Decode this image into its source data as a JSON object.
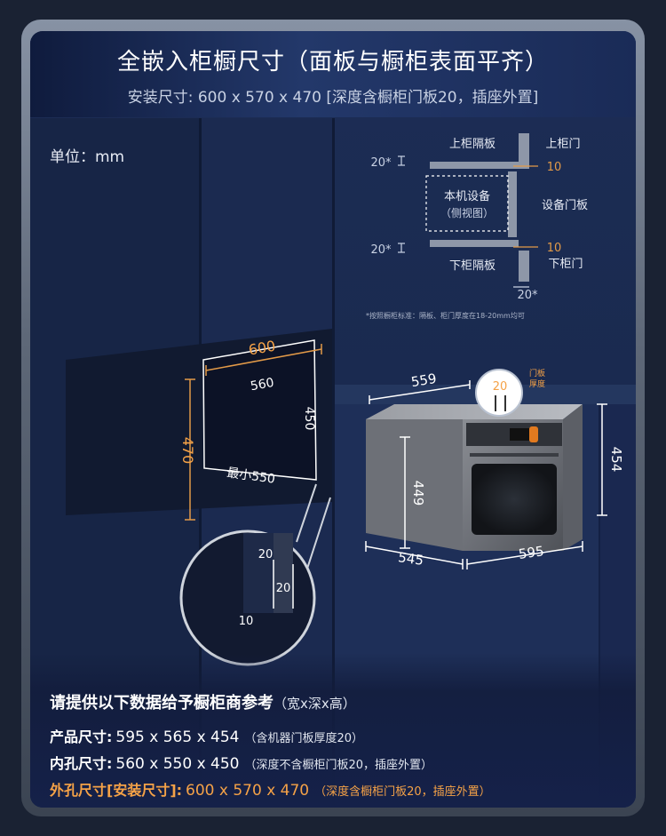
{
  "header": {
    "title": "全嵌入柜橱尺寸（面板与橱柜表面平齐）",
    "subtitle": "安装尺寸: 600 x 570 x 470 [深度含橱柜门板20，插座外置]"
  },
  "unit_label": "单位：mm",
  "side_diagram": {
    "upper_shelf": "上柜隔板",
    "upper_door": "上柜门",
    "device": "本机设备",
    "side_view": "（侧视图）",
    "device_door": "设备门板",
    "lower_shelf": "下柜隔板",
    "lower_door": "下柜门",
    "gap_top": "20*",
    "gap_bottom": "20*",
    "gap_right": "20*",
    "door_top": "10",
    "door_bottom": "10",
    "footnote": "*按照橱柜标准：隔板、柜门厚度在18-20mm均可"
  },
  "cavity": {
    "width_outer": "600",
    "width_inner": "560",
    "height": "450",
    "height_outer": "470",
    "depth_min": "最小550"
  },
  "zoom": {
    "a": "20",
    "b": "20",
    "c": "10"
  },
  "oven": {
    "depth_top": "559",
    "door_label": "门板\n厚度",
    "door_label_1": "门板",
    "door_label_2": "厚度",
    "door_thickness": "20",
    "height_inner": "449",
    "height_outer": "454",
    "depth_bottom": "545",
    "width": "595"
  },
  "specs": {
    "heading": "请提供以下数据给予橱柜商参考",
    "heading_note": "（宽x深x高）",
    "rows": [
      {
        "label": "产品尺寸:",
        "value": "595 x 565 x 454",
        "note": "（含机器门板厚度20）"
      },
      {
        "label": "内孔尺寸:",
        "value": "560 x 550 x 450",
        "note": "（深度不含橱柜门板20，插座外置）"
      },
      {
        "label": "外孔尺寸[安装尺寸]:",
        "value": "600 x 570 x 470",
        "note": "（深度含橱柜门板20，插座外置）"
      }
    ]
  },
  "colors": {
    "accent": "#f5a247",
    "panel": "#1c2d55",
    "text": "#ffffff"
  }
}
